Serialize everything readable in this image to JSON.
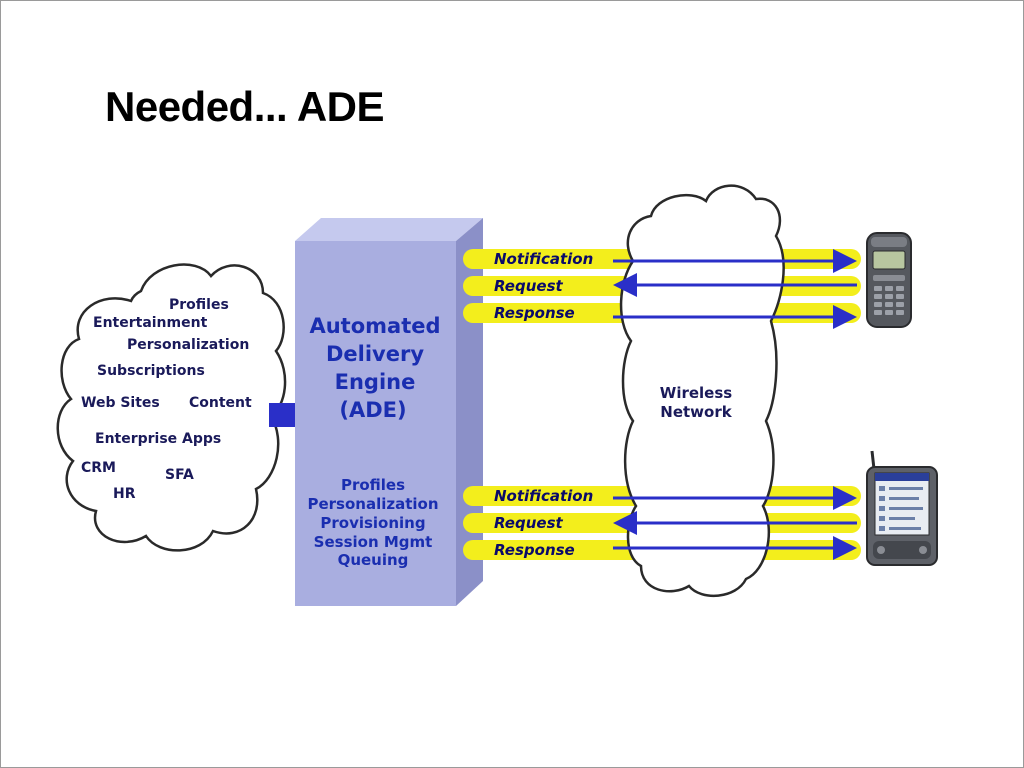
{
  "slide": {
    "title": "Needed... ADE"
  },
  "left_cloud": {
    "items": [
      "Profiles",
      "Entertainment",
      "Personalization",
      "Subscriptions",
      "Web Sites",
      "Content",
      "Enterprise Apps",
      "CRM",
      "SFA",
      "HR"
    ]
  },
  "ade": {
    "title_lines": [
      "Automated",
      "Delivery",
      "Engine",
      "(ADE)"
    ],
    "features": [
      "Profiles",
      "Personalization",
      "Provisioning",
      "Session Mgmt",
      "Queuing"
    ]
  },
  "network": {
    "lines": [
      "Wireless",
      "Network"
    ]
  },
  "channels": [
    {
      "device": "mobile-phone",
      "messages": [
        "Notification",
        "Request",
        "Response"
      ]
    },
    {
      "device": "pda",
      "messages": [
        "Notification",
        "Request",
        "Response"
      ]
    }
  ],
  "colors": {
    "ade_box": "#a9aee0",
    "arrow_blue": "#2a2fc8",
    "band_yellow": "#f3ee1c",
    "text_blue": "#1a2eb0"
  }
}
